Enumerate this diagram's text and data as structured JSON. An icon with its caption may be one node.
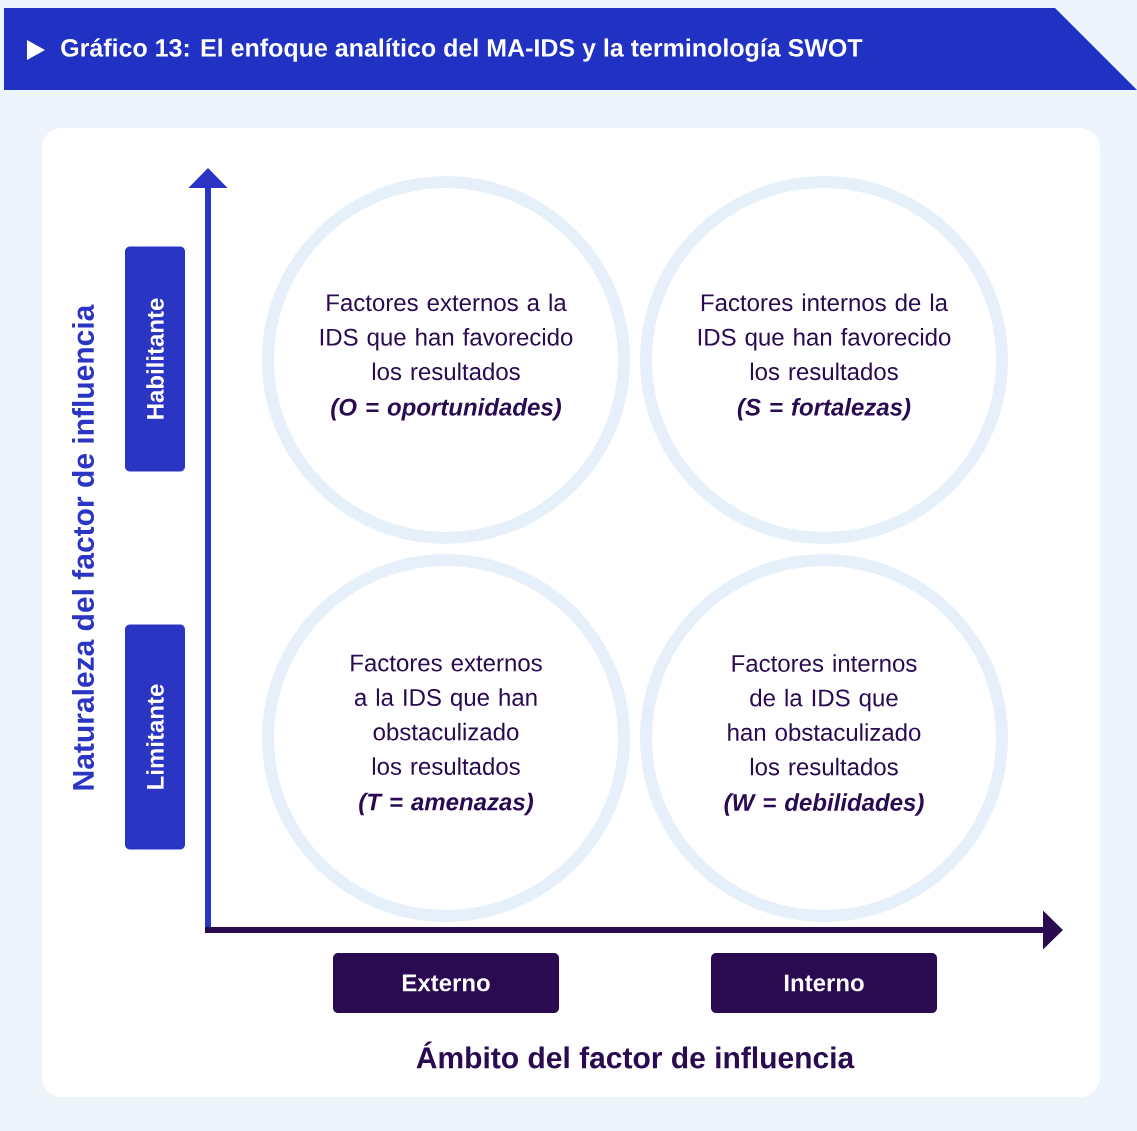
{
  "diagram": {
    "title": "Gráfico 13: El enfoque analítico del MA-IDS y la terminología SWOT",
    "nodes": [
      {
        "text": [
          "Habilitante"
        ]
      },
      {
        "text": [
          "Factores externos a la IDS que han favorecido los resultados",
          "(O = oportunidades)"
        ]
      },
      {
        "text": [
          "Factores internos de la IDS que han favorecido los resultados",
          "(S = fortalezas)"
        ]
      },
      {
        "text": [
          "Limitante"
        ]
      },
      {
        "text": [
          "Factores externos a la IDS que han obstaculizado los resultados",
          "(T = amenazas)"
        ]
      },
      {
        "text": [
          "Factores internos de la IDS que han obstaculizado los resultados",
          "(W = debilidades)"
        ]
      },
      {
        "text": [
          "Externo"
        ]
      },
      {
        "text": [
          "Interno"
        ]
      }
    ],
    "labels": [
      "Naturaleza del factor de influencia",
      "Ámbito del factor de influencia"
    ]
  }
}
